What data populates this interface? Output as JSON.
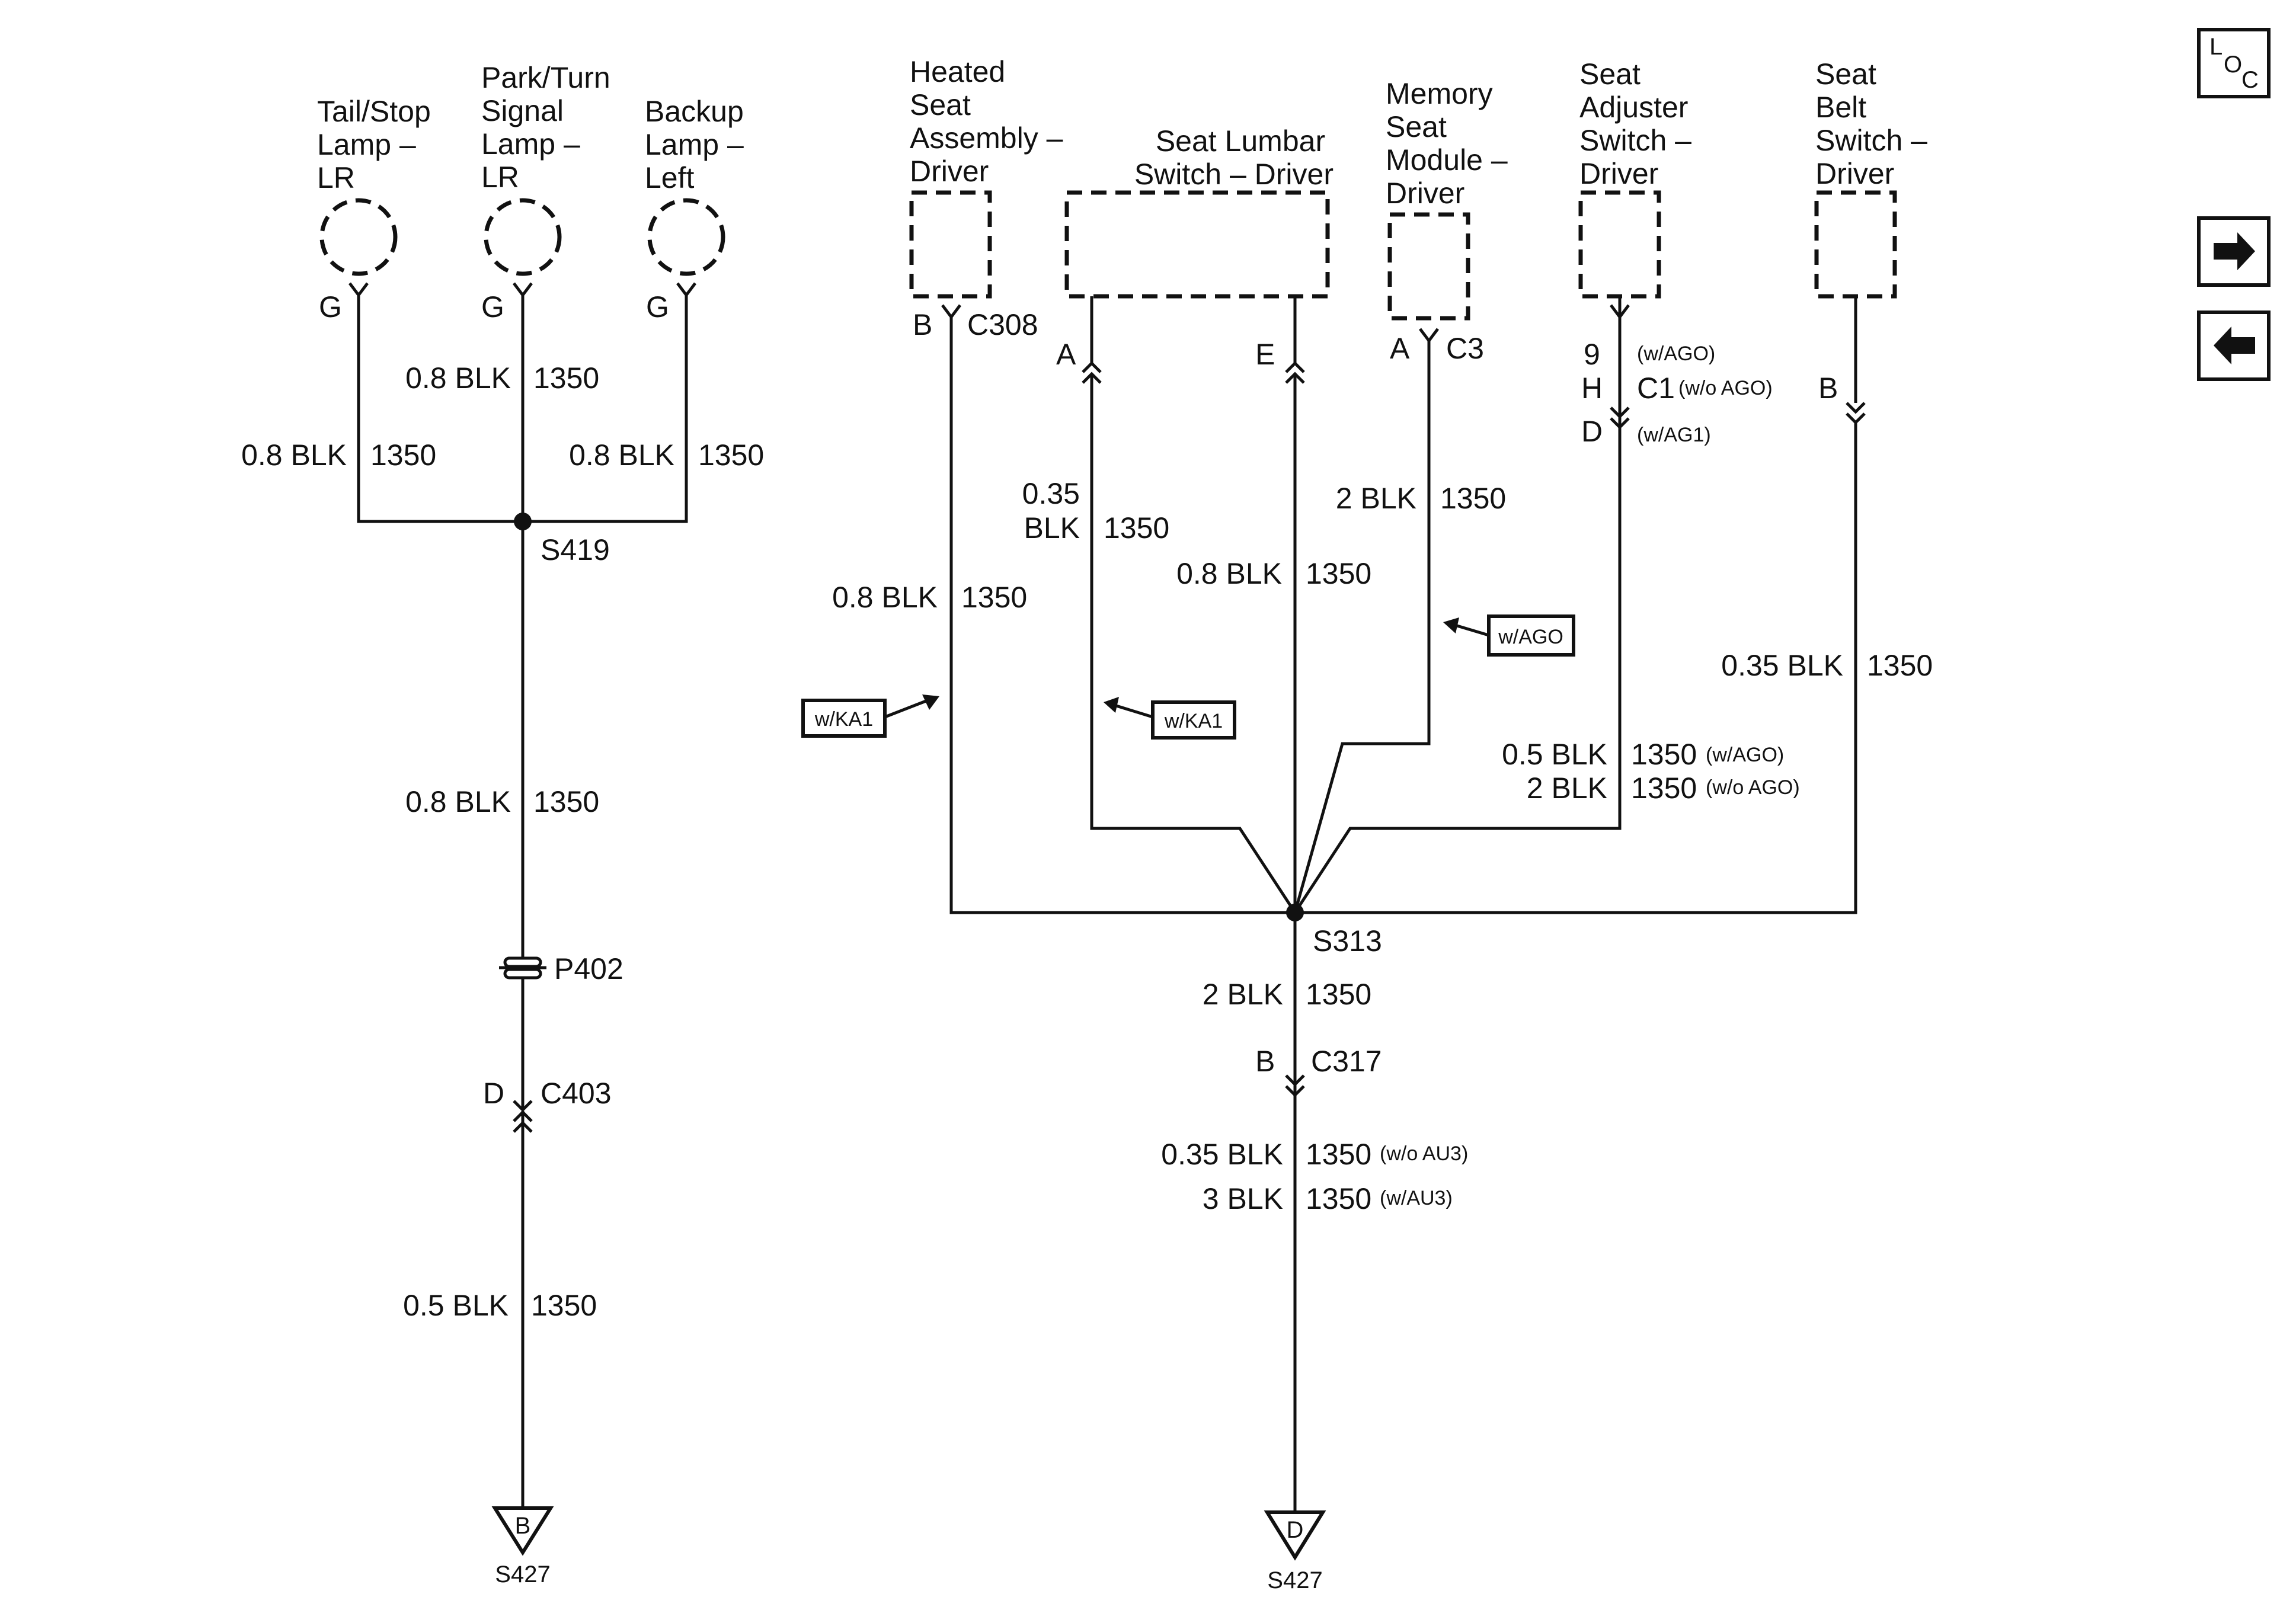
{
  "components": {
    "tail_stop": [
      "Tail/Stop",
      "Lamp –",
      "LR"
    ],
    "park_turn": [
      "Park/Turn",
      "Signal",
      "Lamp –",
      "LR"
    ],
    "backup": [
      "Backup",
      "Lamp –",
      "Left"
    ],
    "heated_seat": [
      "Heated",
      "Seat",
      "Assembly –",
      "Driver"
    ],
    "lumbar": [
      "Seat Lumbar",
      "Switch – Driver"
    ],
    "memory": [
      "Memory",
      "Seat",
      "Module –",
      "Driver"
    ],
    "adjuster": [
      "Seat",
      "Adjuster",
      "Switch –",
      "Driver"
    ],
    "belt": [
      "Seat",
      "Belt",
      "Switch –",
      "Driver"
    ]
  },
  "pins": {
    "tail_g": "G",
    "park_g": "G",
    "backup_g": "G",
    "heated_b": "B",
    "heated_conn": "C308",
    "lumbar_a": "A",
    "lumbar_e": "E",
    "memory_a": "A",
    "memory_conn": "C3",
    "adj_9": "9",
    "adj_9_opt": "(w/AGO)",
    "adj_h": "H",
    "adj_conn": "C1",
    "adj_h_opt": "(w/o AGO)",
    "adj_d": "D",
    "adj_d_opt": "(w/AG1)",
    "belt_b": "B",
    "c403_pin": "D",
    "c403": "C403",
    "c317_pin": "B",
    "c317": "C317"
  },
  "wires": {
    "park_top": {
      "gauge": "0.8 BLK",
      "circuit": "1350"
    },
    "tail": {
      "gauge": "0.8 BLK",
      "circuit": "1350"
    },
    "backup": {
      "gauge": "0.8 BLK",
      "circuit": "1350"
    },
    "left_mid": {
      "gauge": "0.8 BLK",
      "circuit": "1350"
    },
    "left_bottom": {
      "gauge": "0.5 BLK",
      "circuit": "1350"
    },
    "heated": {
      "gauge": "0.8 BLK",
      "circuit": "1350"
    },
    "lumbar_a_gauge1": "0.35",
    "lumbar_a_gauge2": "BLK",
    "lumbar_a_circuit": "1350",
    "lumbar_e": {
      "gauge": "0.8 BLK",
      "circuit": "1350"
    },
    "memory": {
      "gauge": "2 BLK",
      "circuit": "1350"
    },
    "belt": {
      "gauge": "0.35 BLK",
      "circuit": "1350"
    },
    "adj1": {
      "gauge": "0.5 BLK",
      "circuit": "1350",
      "opt": "(w/AGO)"
    },
    "adj2": {
      "gauge": "2 BLK",
      "circuit": "1350",
      "opt": "(w/o AGO)"
    },
    "right_mid": {
      "gauge": "2 BLK",
      "circuit": "1350"
    },
    "right_low1": {
      "gauge": "0.35 BLK",
      "circuit": "1350",
      "opt": "(w/o AU3)"
    },
    "right_low2": {
      "gauge": "3 BLK",
      "circuit": "1350",
      "opt": "(w/AU3)"
    }
  },
  "splices": {
    "s419": "S419",
    "s313": "S313"
  },
  "p402": "P402",
  "options": {
    "ka1_left": "w/KA1",
    "ka1_right": "w/KA1",
    "ago": "w/AGO"
  },
  "grounds": {
    "left": {
      "letter": "B",
      "label": "S427"
    },
    "right": {
      "letter": "D",
      "label": "S427"
    }
  },
  "loc": {
    "l": "L",
    "o": "O",
    "c": "C"
  },
  "nav": {
    "forward": "right-arrow-icon",
    "back": "left-arrow-icon"
  }
}
